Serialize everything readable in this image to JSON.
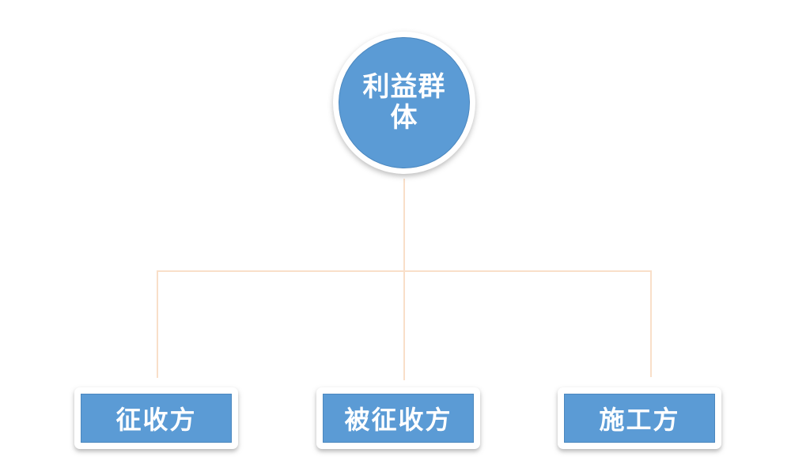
{
  "diagram": {
    "type": "hierarchy",
    "root": {
      "label": "利益群体"
    },
    "children": [
      {
        "label": "征收方"
      },
      {
        "label": "被征收方"
      },
      {
        "label": "施工方"
      }
    ],
    "colors": {
      "node_fill": "#5b9bd5",
      "node_border": "#ffffff",
      "connector": "#f9dfc9",
      "label_text": "#ffffff",
      "background": "#ffffff"
    }
  }
}
